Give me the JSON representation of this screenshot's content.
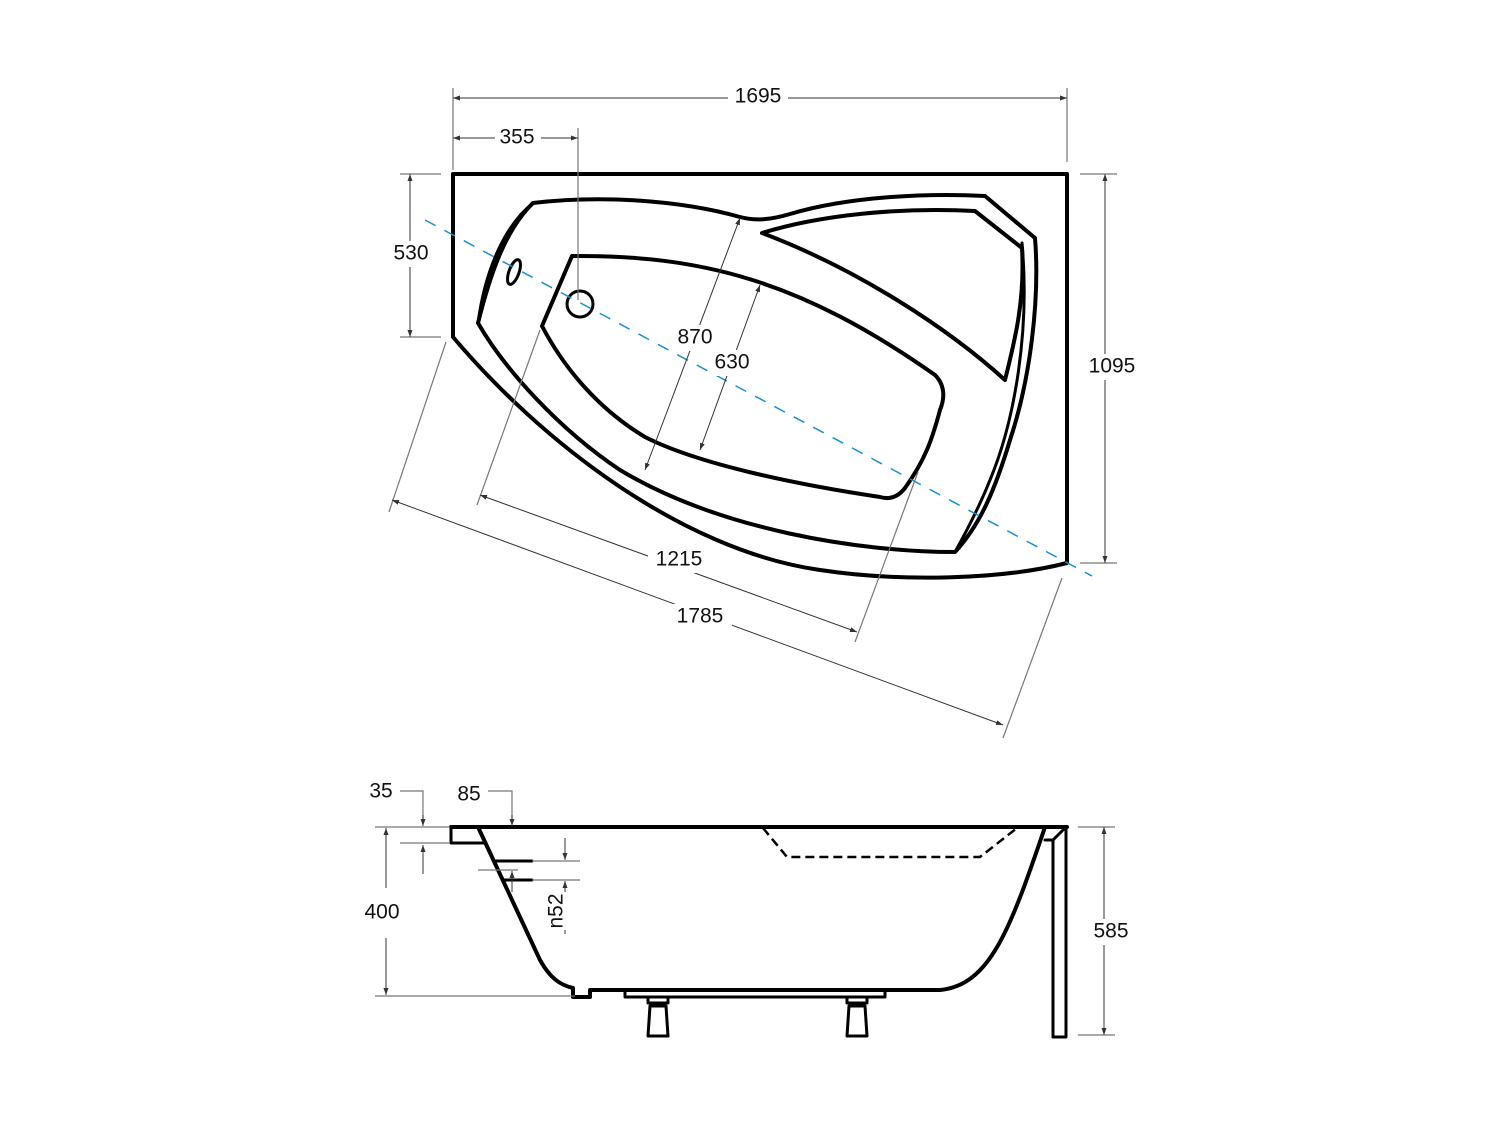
{
  "dimensions": {
    "plan": {
      "overall_width": "1695",
      "drain_offset": "355",
      "left_side_depth": "530",
      "overall_depth": "1095",
      "rim_width": "870",
      "basin_width": "630",
      "basin_length": "1215",
      "diagonal_length": "1785"
    },
    "elevation": {
      "rim_thickness": "35",
      "rim_edge": "85",
      "depth": "400",
      "total_height": "585",
      "overflow_height": "n52"
    }
  },
  "colors": {
    "outline": "#000000",
    "centerline": "#1a8fd0",
    "dimension": "#333333"
  }
}
